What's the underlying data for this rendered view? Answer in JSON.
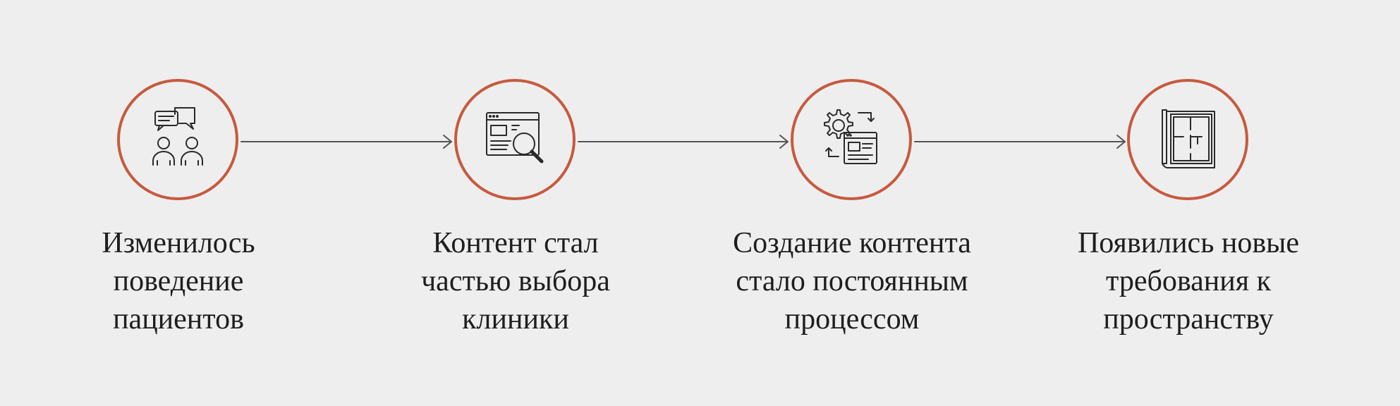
{
  "colors": {
    "background": "#efeeee",
    "accent": "#c65a3f",
    "line": "#555555",
    "text": "#1e1e1e"
  },
  "steps": [
    {
      "icon": "people-chat-icon",
      "lines": [
        "Изменилось",
        "поведение",
        "пациентов"
      ]
    },
    {
      "icon": "browser-search-icon",
      "lines": [
        "Контент стал",
        "частью выбора",
        "клиники"
      ]
    },
    {
      "icon": "gear-content-cycle-icon",
      "lines": [
        "Создание контента",
        "стало постоянным",
        "процессом"
      ]
    },
    {
      "icon": "floor-plan-icon",
      "lines": [
        "Появились новые",
        "требования к",
        "пространству"
      ]
    }
  ]
}
